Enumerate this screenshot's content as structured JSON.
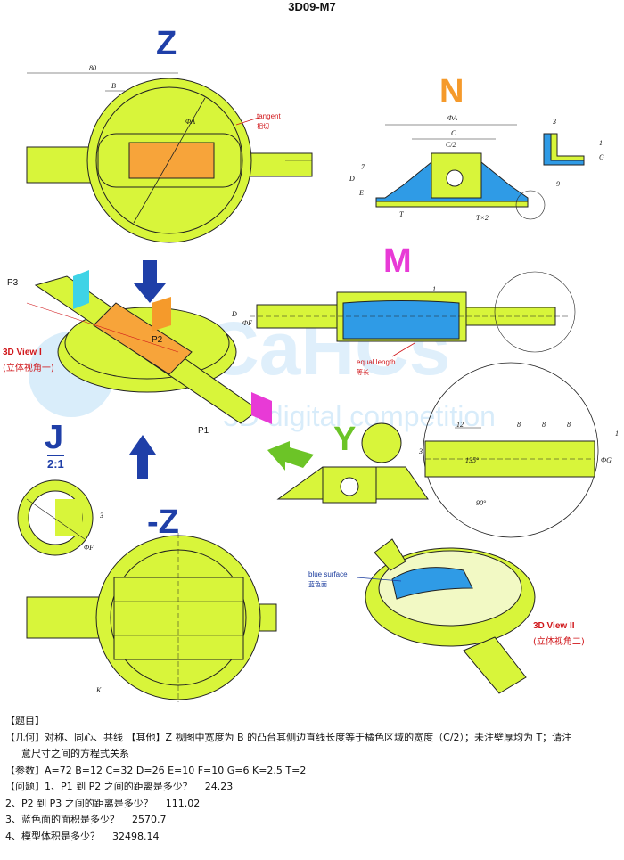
{
  "title": "3D09-M7",
  "views": {
    "z": "Z",
    "n": "N",
    "m": "M",
    "j": "J",
    "j_scale": "2:1",
    "y": "Y",
    "neg_z": "-Z",
    "view3d_1": "3D View I",
    "view3d_1_cn": "(立体视角一)",
    "view3d_2": "3D View II",
    "view3d_2_cn": "(立体视角二)"
  },
  "annotations": {
    "tangent": "tangent",
    "tangent_cn": "相切",
    "equal_length": "equal length",
    "equal_length_cn": "等长",
    "blue_surface": "blue surface",
    "blue_surface_cn": "蓝色面",
    "p1": "P1",
    "p2": "P2",
    "p3": "P3"
  },
  "dims": {
    "d80": "80",
    "b": "B",
    "phi_a": "ΦA",
    "c": "C",
    "c_half": "C/2",
    "d": "D",
    "e": "E",
    "t": "T",
    "t2": "T×2",
    "three": "3",
    "seven": "7",
    "nine": "9",
    "g": "G",
    "one": "1",
    "phi_f": "ΦF",
    "twelve": "12",
    "eight": "8",
    "deg135": "135°",
    "deg90": "90°",
    "phi_g": "ΦG",
    "k": "K"
  },
  "watermark": {
    "brand": "CaHCs",
    "tagline": "3D digital competition"
  },
  "text": {
    "heading": "【题目】",
    "geometry": "【几何】对称、同心、共线 【其他】Z 视图中宽度为 B 的凸台其侧边直线长度等于橘色区域的宽度（C/2）；未注壁厚均为 T；请注",
    "geometry_cont": "意尺寸之间的方程式关系",
    "params": "【参数】A=72   B=12   C=32   D=26   E=10   F=10   G=6   K=2.5   T=2",
    "q1": "【问题】1、P1 到 P2 之间的距离是多少？",
    "a1": "24.23",
    "q2": "2、P2 到 P3 之间的距离是多少？",
    "a2": "111.02",
    "q3": "3、蓝色面的面积是多少？",
    "a3": "2570.7",
    "q4": "4、模型体积是多少？",
    "a4": "32498.14"
  },
  "colors": {
    "body": "#d8f53a",
    "orange": "#f7a43a",
    "blue": "#2f9be6",
    "navy": "#1f3fa8",
    "orange_letter": "#f59a2b",
    "magenta": "#e83ad6",
    "green": "#6cc427",
    "cyan": "#3fd3e6"
  }
}
